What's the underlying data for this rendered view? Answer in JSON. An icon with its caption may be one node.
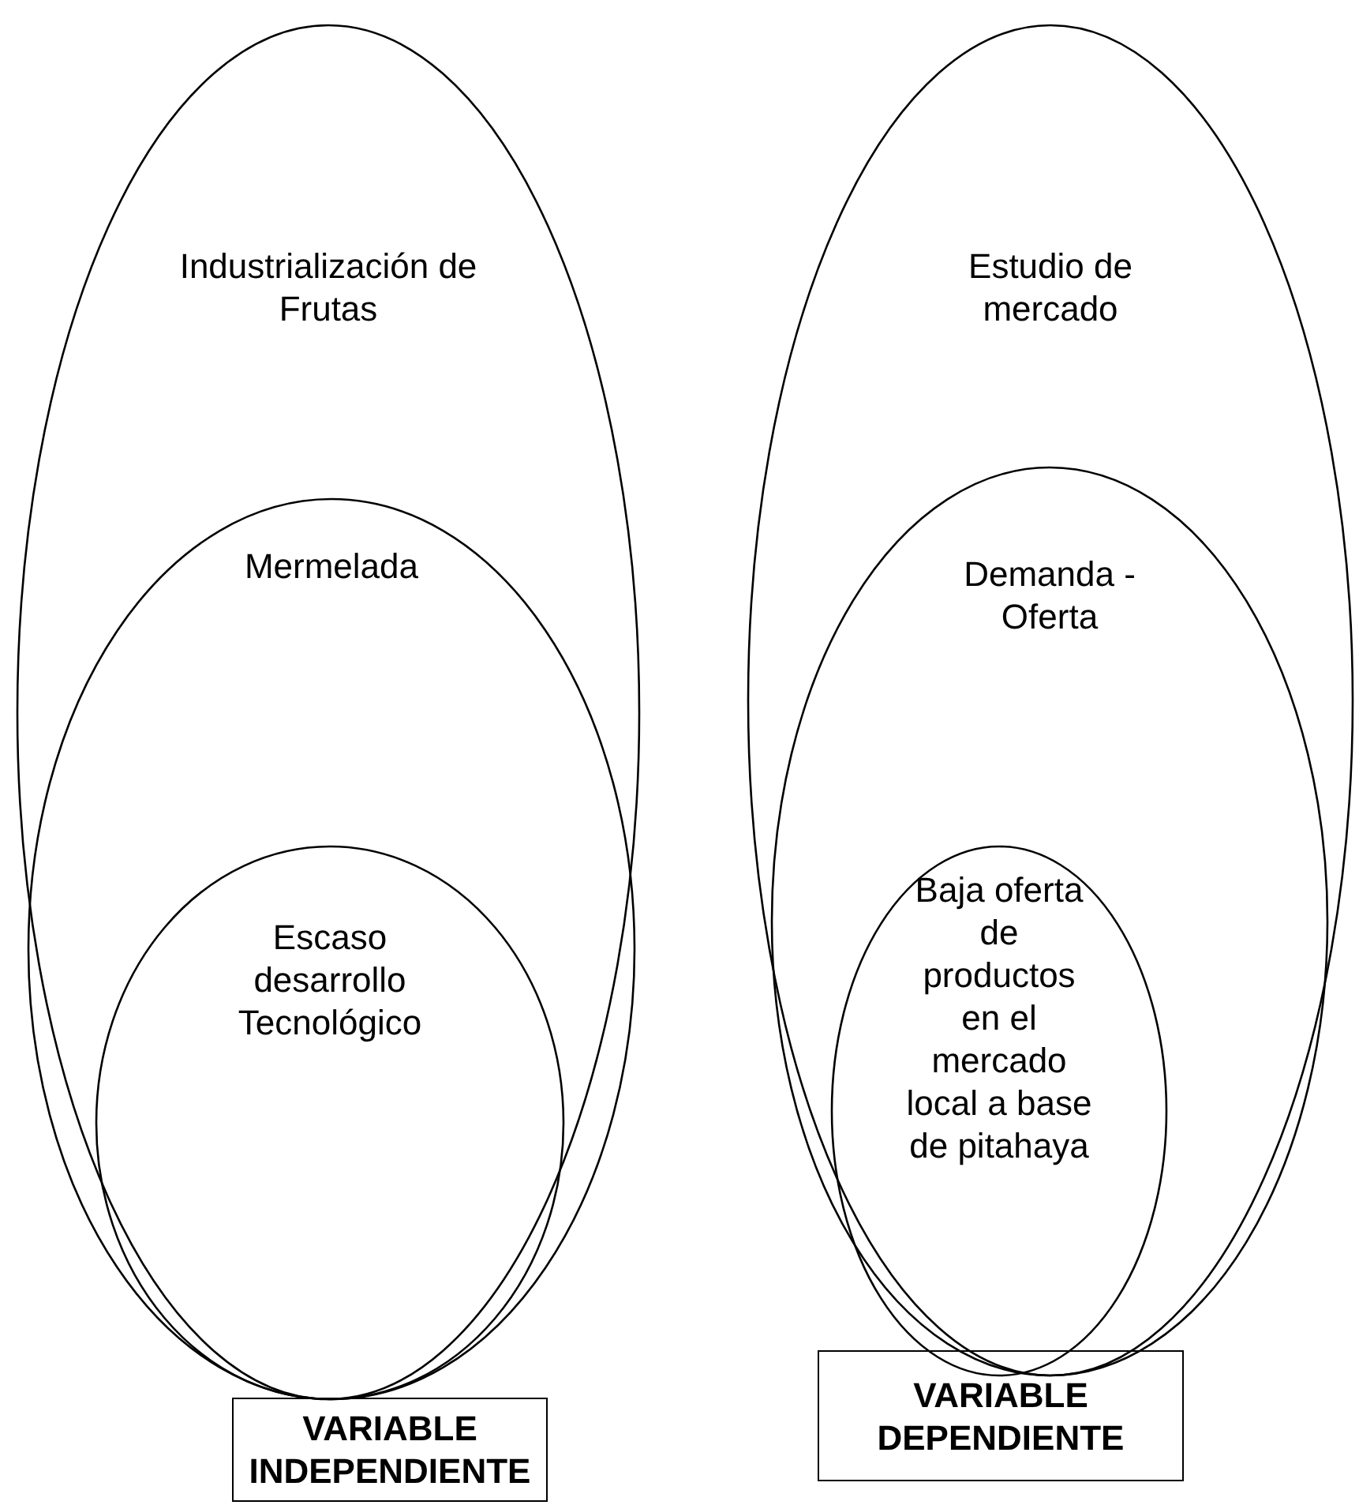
{
  "diagram": {
    "nodes": [
      {
        "text": [
          "Industrialización de Frutas"
        ]
      },
      {
        "text": [
          "Mermelada"
        ],
        "in": 0
      },
      {
        "text": [
          "Escaso desarrollo Tecnológico"
        ],
        "in": 1
      },
      {
        "text": [
          "VARIABLE INDEPENDIENTE"
        ]
      },
      {
        "text": [
          "Estudio de mercado"
        ]
      },
      {
        "text": [
          "Demanda - Oferta"
        ],
        "in": 4
      },
      {
        "text": [
          "Baja oferta de productos en el mercado local a base de pitahaya"
        ],
        "in": 5
      },
      {
        "text": [
          "VARIABLE DEPENDIENTE"
        ]
      }
    ]
  }
}
